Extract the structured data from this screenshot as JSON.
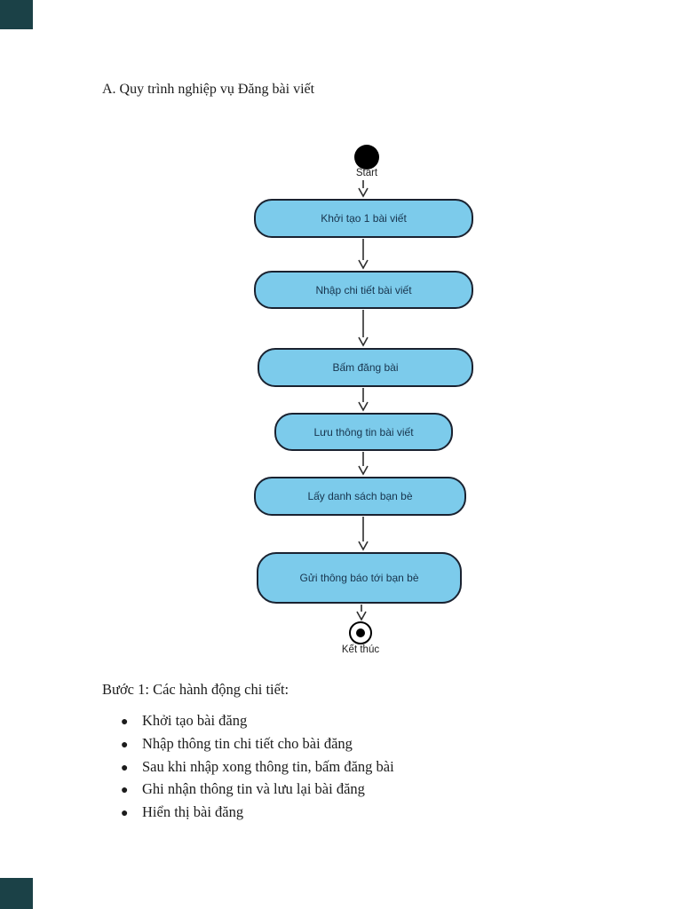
{
  "page": {
    "title": "A. Quy trình nghiệp vụ Đăng bài viết"
  },
  "diagram": {
    "type": "activity-flowchart",
    "start_label": "Start",
    "end_label": "Kết thúc",
    "nodes": [
      "Khởi tạo 1 bài viết",
      "Nhập chi tiết bài viết",
      "Bấm đăng bài",
      "Lưu thông tin bài viết",
      "Lấy danh sách bạn bè",
      "Gửi thông báo tới bạn bè"
    ],
    "flow": "start -> nodes in order -> end",
    "colors": {
      "node_fill": "#7ccbeb",
      "node_border": "#1a2230",
      "node_text": "#17344d",
      "arrow": "#2e2e2e",
      "terminal": "#000000"
    }
  },
  "steps": {
    "heading": "Bước 1: Các hành động chi tiết:",
    "bullet": "●",
    "items": [
      "Khởi tạo bài đăng",
      "Nhập thông tin chi tiết cho bài đăng",
      "Sau khi nhập xong thông tin, bấm đăng bài",
      "Ghi nhận thông tin và lưu lại bài đăng",
      "Hiển thị bài đăng"
    ]
  },
  "colors": {
    "page_bg": "#ffffff",
    "corner_artifact": "#1b4147"
  }
}
